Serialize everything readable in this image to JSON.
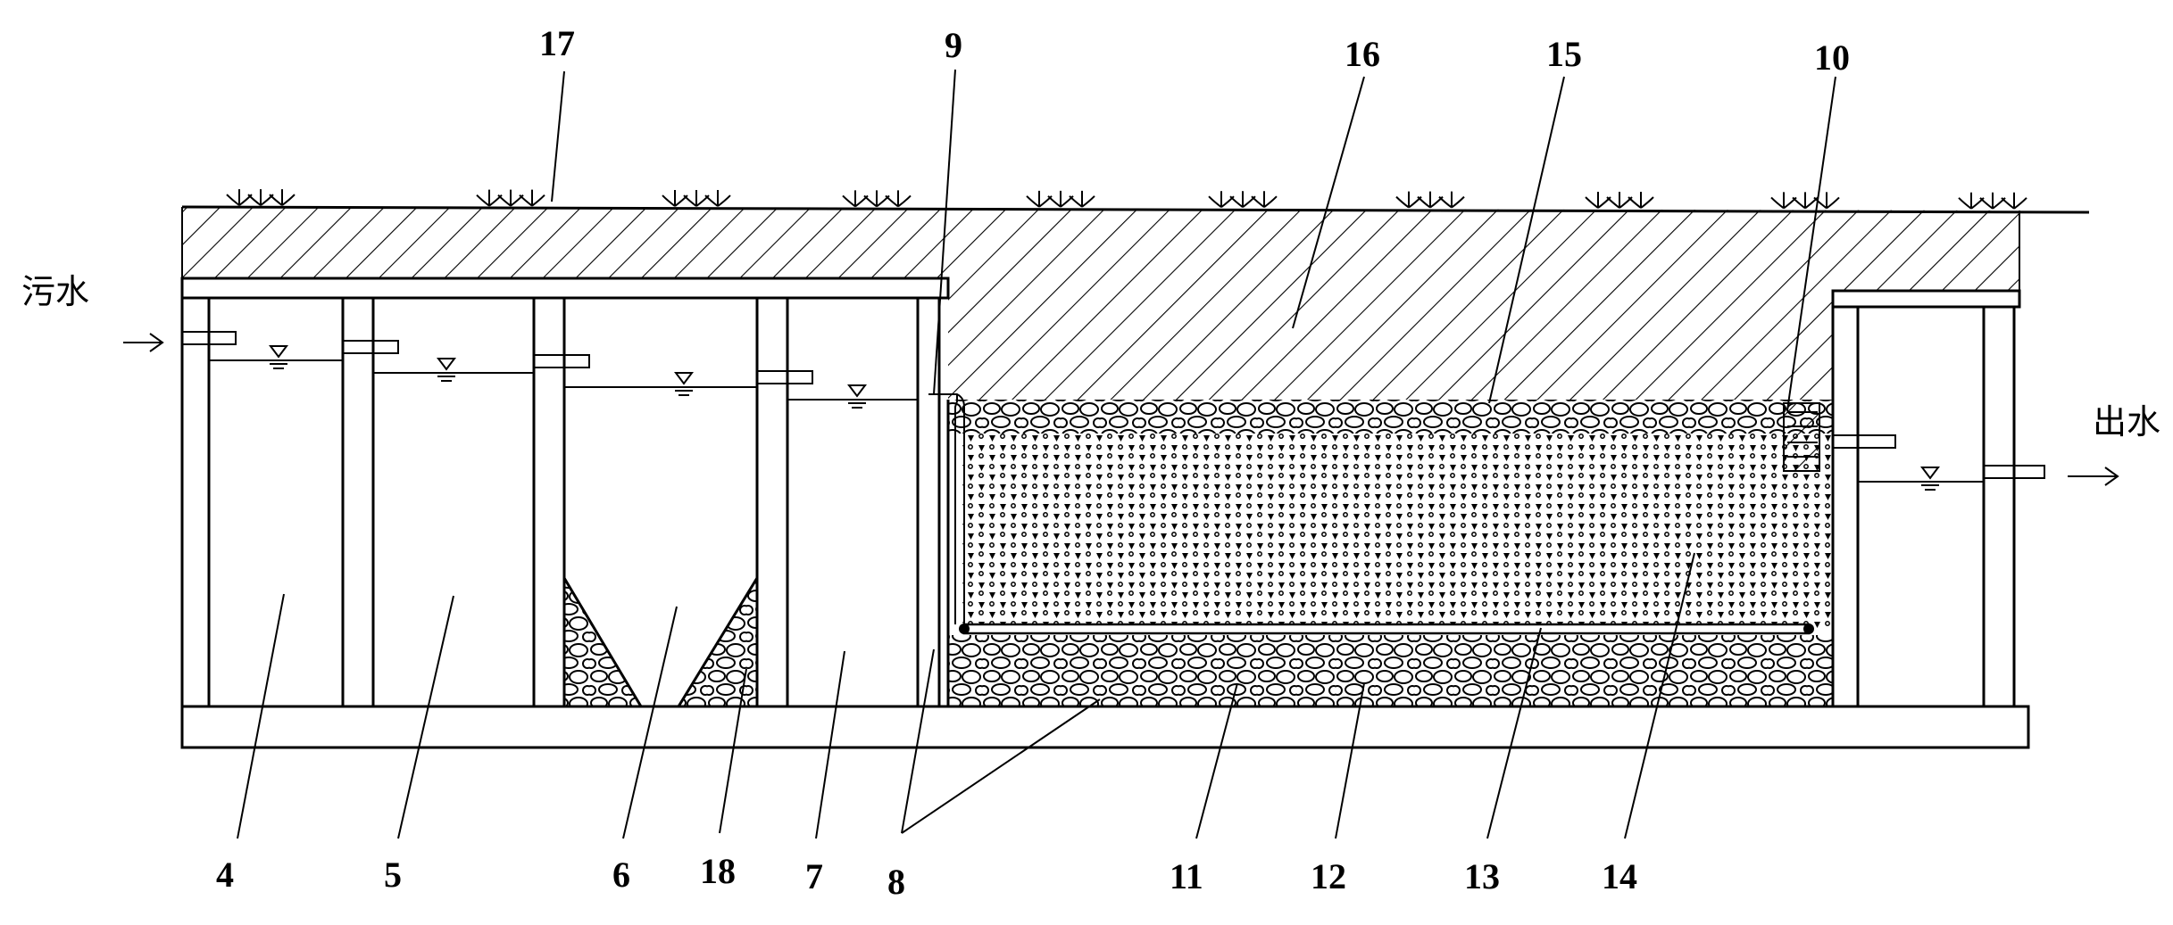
{
  "labels": {
    "inlet": "污水",
    "outlet": "出水",
    "n4": "4",
    "n5": "5",
    "n6": "6",
    "n7": "7",
    "n8": "8",
    "n9": "9",
    "n10": "10",
    "n11": "11",
    "n12": "12",
    "n13": "13",
    "n14": "14",
    "n15": "15",
    "n16": "16",
    "n17": "17",
    "n18": "18"
  },
  "colors": {
    "ink": "#000000",
    "background": "#ffffff"
  },
  "icons": {
    "water_level": "water-level-icon",
    "flow_arrow": "arrow-right-icon",
    "grass": "grass-icon"
  }
}
